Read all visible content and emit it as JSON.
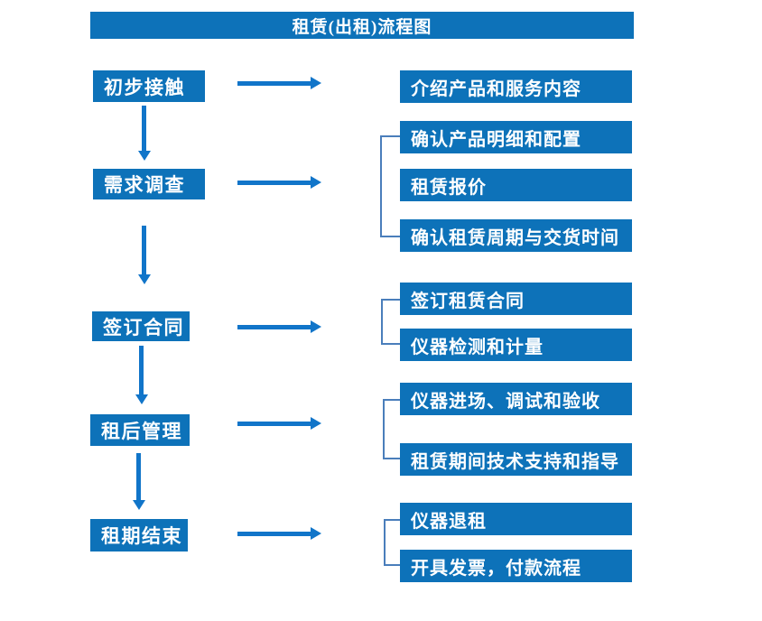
{
  "title": "租赁(出租)流程图",
  "colors": {
    "box_blue": "#0d72b9",
    "arrow_blue": "#1175c9",
    "bracket_blue": "#4a7ebb",
    "text_white": "#ffffff"
  },
  "steps": [
    {
      "label": "初步接触"
    },
    {
      "label": "需求调查"
    },
    {
      "label": "签订合同"
    },
    {
      "label": "租后管理"
    },
    {
      "label": "租期结束"
    }
  ],
  "details": [
    {
      "label": "介绍产品和服务内容"
    },
    {
      "label": "确认产品明细和配置"
    },
    {
      "label": "租赁报价"
    },
    {
      "label": "确认租赁周期与交货时间"
    },
    {
      "label": "签订租赁合同"
    },
    {
      "label": "仪器检测和计量"
    },
    {
      "label": "仪器进场、调试和验收"
    },
    {
      "label": "租赁期间技术支持和指导"
    },
    {
      "label": "仪器退租"
    },
    {
      "label": "开具发票，付款流程"
    }
  ]
}
